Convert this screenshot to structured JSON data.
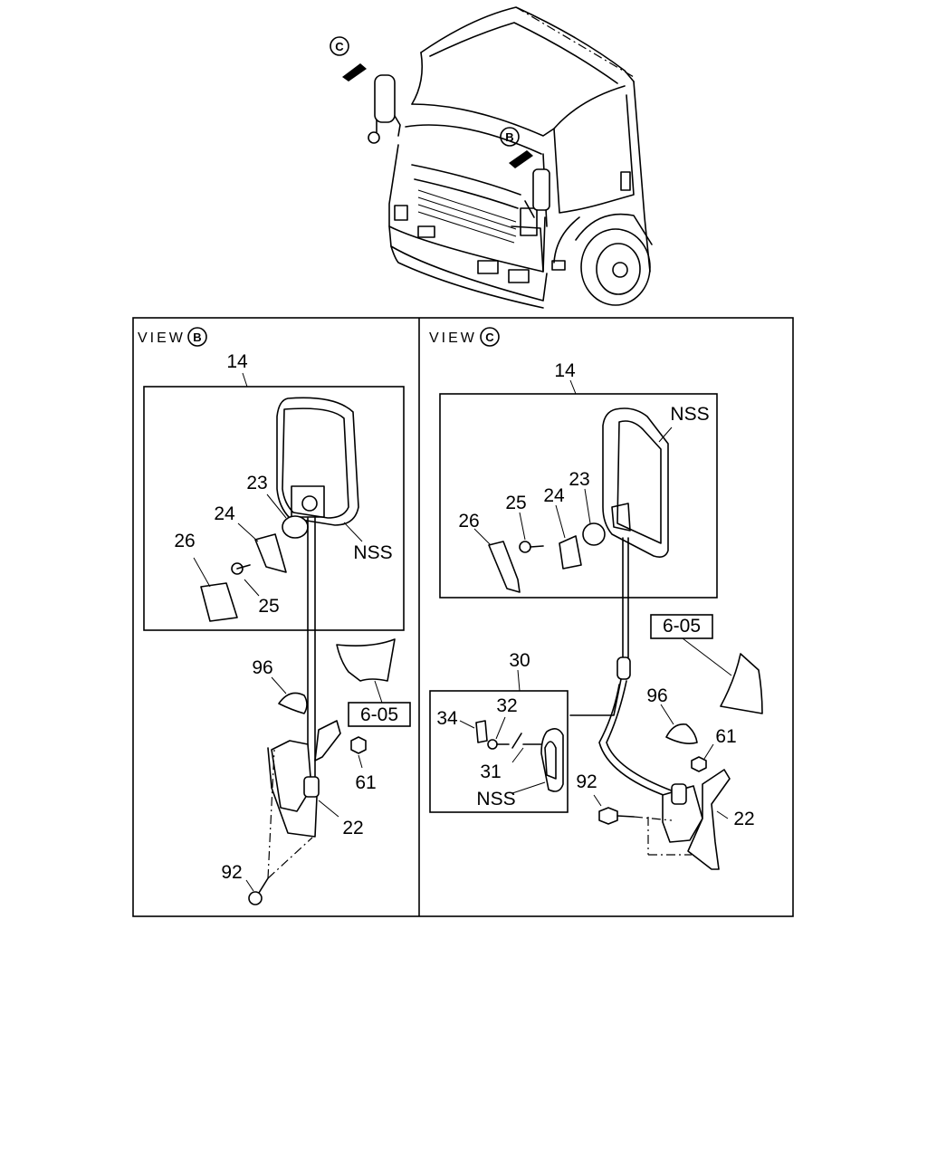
{
  "view_b": {
    "title": "VIEW",
    "marker": "B",
    "parts": {
      "p14": "14",
      "p23": "23",
      "p24": "24",
      "p26": "26",
      "p25": "25",
      "nss": "NSS",
      "p96": "96",
      "ref": "6-05",
      "p61": "61",
      "p22": "22",
      "p92": "92"
    }
  },
  "view_c": {
    "title": "VIEW",
    "marker": "C",
    "parts": {
      "p14": "14",
      "nss": "NSS",
      "p25": "25",
      "p24": "24",
      "p23": "23",
      "p26": "26",
      "ref": "6-05",
      "p30": "30",
      "p96": "96",
      "p34": "34",
      "p32": "32",
      "p61": "61",
      "p31": "31",
      "nss2": "NSS",
      "p92": "92",
      "p22": "22"
    }
  },
  "truck": {
    "marker_b": "B",
    "marker_c": "C"
  }
}
